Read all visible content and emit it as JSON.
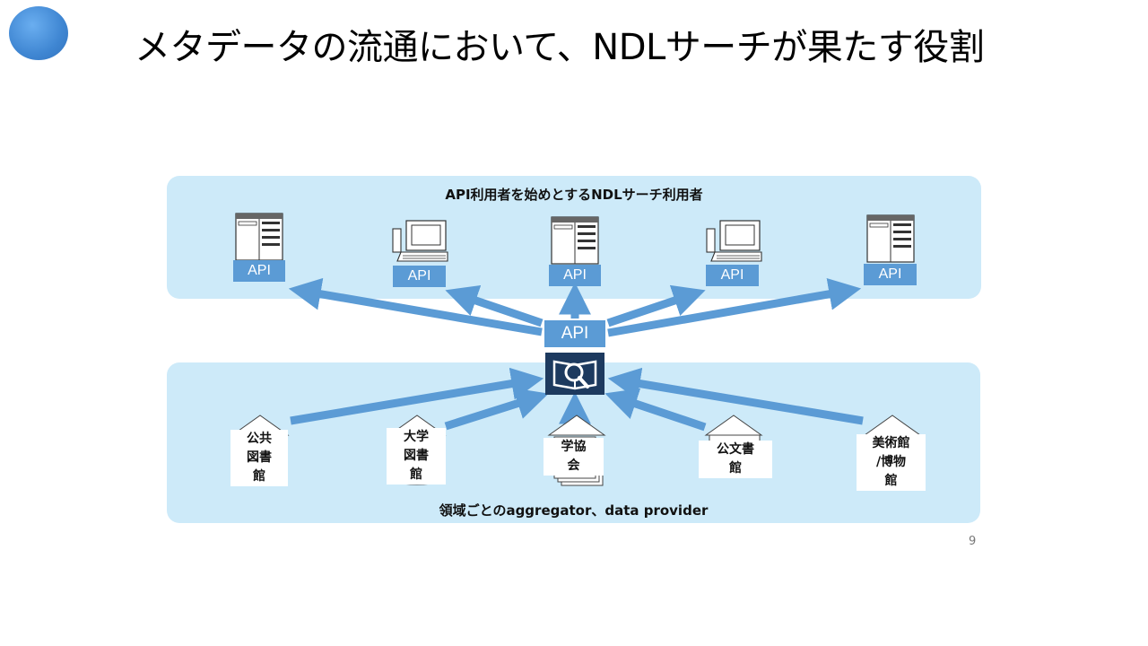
{
  "slide": {
    "title": "メタデータの流通において、NDLサーチが果たす役割",
    "page_number": "9"
  },
  "top_panel": {
    "label": "API利用者を始めとするNDLサーチ利用者",
    "nodes": [
      {
        "type": "server",
        "api_label": "API"
      },
      {
        "type": "pc",
        "api_label": "API"
      },
      {
        "type": "server",
        "api_label": "API"
      },
      {
        "type": "pc",
        "api_label": "API"
      },
      {
        "type": "server",
        "api_label": "API"
      }
    ]
  },
  "center": {
    "api_label": "API",
    "logo_icon": "ndl-search-book-magnifier-icon"
  },
  "bottom_panel": {
    "label": "領域ごとのaggregator、data provider",
    "providers": [
      {
        "name": "公共\n図書\n館",
        "icon": "library-building-icon"
      },
      {
        "name": "大学\n図書\n館",
        "icon": "library-building-icon"
      },
      {
        "name": "学協\n会",
        "icon": "documents-building-icon"
      },
      {
        "name": "公文書\n館",
        "icon": "archive-document-icon"
      },
      {
        "name": "美術館\n/博物\n館",
        "icon": "museum-gallery-icon"
      }
    ]
  },
  "colors": {
    "panel": "#cdeaf9",
    "api_tag": "#5b9bd5",
    "arrow": "#5b9bd5",
    "logo_bg": "#1d3a5f",
    "title_dot": "#4a8fd8"
  }
}
